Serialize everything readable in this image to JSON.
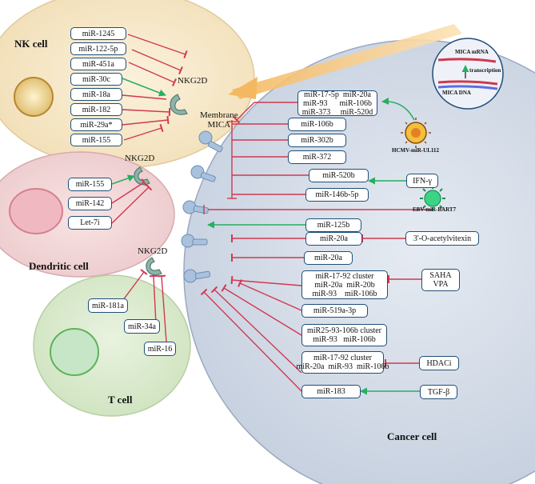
{
  "cells": {
    "nk": "NK cell",
    "dendritic": "Dendritic cell",
    "t": "T cell",
    "cancer": "Cancer cell"
  },
  "receptors": {
    "nk": "NKG2D",
    "dendritic": "NKG2D",
    "t": "NKG2D"
  },
  "membrane": {
    "line1": "Membrane",
    "line2": "MICA"
  },
  "dna": {
    "mrna": "MICA mRNA",
    "transcription": "transcription",
    "dna": "MICA DNA"
  },
  "viruses": {
    "hcmv": "HCMV-miR-UL112",
    "ebv": "EBV-miR-BART7"
  },
  "nk_mirs": [
    "miR-1245",
    "miR-122-5p",
    "miR-451a",
    "miR-30c",
    "miR-18a",
    "miR-182",
    "miR-29a*",
    "miR-155"
  ],
  "dc_mirs": [
    "miR-155",
    "miR-142",
    "Let-7i"
  ],
  "t_mirs": [
    "miR-181a",
    "miR-34a",
    "miR-16"
  ],
  "cancer_mirs": {
    "m1": [
      "miR-17-5p  miR-20a",
      "miR-93      miR-106b",
      "miR-373     miR-520d"
    ],
    "m2": "miR-106b",
    "m3": "miR-302b",
    "m4": "miR-372",
    "m5": "miR-520b",
    "m6": "miR-146b-5p",
    "m7": "miR-125b",
    "m8": "miR-20a",
    "m9": "miR-20a",
    "m10": [
      "miR-17-92 cluster",
      "miR-20a  miR-20b",
      "miR-93    miR-106b"
    ],
    "m11": "miR-519a-3p",
    "m12": [
      "miR25-93-106b cluster",
      "miR-93   miR-106b"
    ],
    "m13": [
      "miR-17-92 cluster",
      "miR-20a  miR-93  miR-106b"
    ],
    "m14": "miR-183"
  },
  "regulators": {
    "ifn": "IFN-γ",
    "acetyl": "3'-O-acetylvitexin",
    "saha_vpa": [
      "SAHA",
      "VPA"
    ],
    "hdaci": "HDACi",
    "tgf": "TGF-β"
  },
  "colors": {
    "inhibit": "#d0394f",
    "activate": "#27ae60",
    "box_border": "#1f4e79",
    "nk_fill": "#f6e7c6",
    "dc_fill": "#f2d4d6",
    "t_fill": "#d9ebce",
    "cancer_fill": "#d3dbe7"
  }
}
